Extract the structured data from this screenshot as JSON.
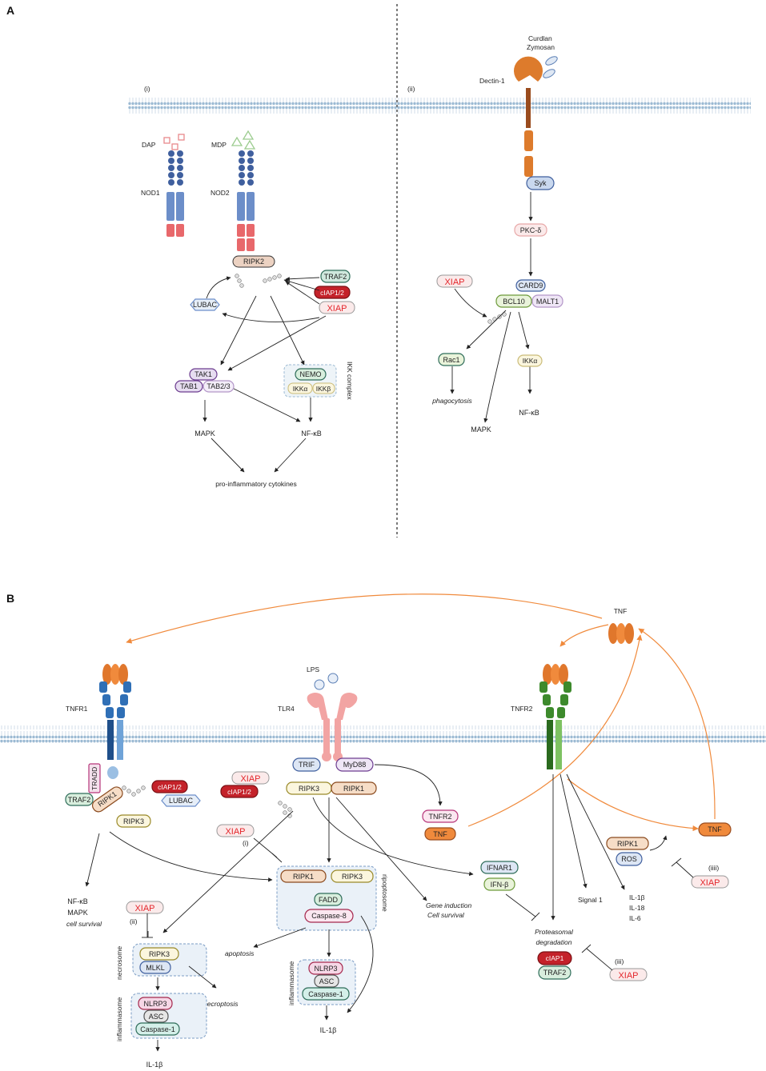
{
  "panels": {
    "a": "A",
    "b": "B"
  },
  "panel_a": {
    "section_i": "(i)",
    "section_ii": "(ii)",
    "dap": "DAP",
    "mdp": "MDP",
    "nod1": "NOD1",
    "nod2": "NOD2",
    "ripk2": "RIPK2",
    "traf2": "TRAF2",
    "ciap": "cIAP1/2",
    "xiap": "XIAP",
    "lubac": "LUBAC",
    "tak1": "TAK1",
    "tab1": "TAB1",
    "tab23": "TAB2/3",
    "nemo": "NEMO",
    "ikka": "IKKα",
    "ikkb": "IKKβ",
    "ikk_complex": "IKK complex",
    "mapk": "MAPK",
    "nfkb": "NF-κB",
    "cytokines": "pro-inflammatory cytokines",
    "curdlan": "Curdlan",
    "zymosan": "Zymosan",
    "dectin": "Dectin-1",
    "syk": "Syk",
    "pkc": "PKC-δ",
    "xiap2": "XIAP",
    "card9": "CARD9",
    "bcl10": "BCL10",
    "malt1": "MALT1",
    "rac1": "Rac1",
    "ikka2": "IKKα",
    "phagocytosis": "phagocytosis",
    "nfkb2": "NF-κB",
    "mapk2": "MAPK"
  },
  "panel_b": {
    "tnf_top": "TNF",
    "tnfr1": "TNFR1",
    "lps": "LPS",
    "tlr4": "TLR4",
    "tnfr2": "TNFR2",
    "tradd": "TRADD",
    "traf2": "TRAF2",
    "ripk1": "RIPK1",
    "ciap": "cIAP1/2",
    "lubac": "LUBAC",
    "ripk3": "RIPK3",
    "xiap_a": "XIAP",
    "ciap_b": "cIAP1/2",
    "trif": "TRIF",
    "myd88": "MyD88",
    "ripk3_b": "RIPK3",
    "ripk1_b": "RIPK1",
    "tnfr2_box": "TNFR2",
    "tnf_box": "TNF",
    "xiap_i": "XIAP",
    "label_i": "(i)",
    "ripk1_c": "RIPK1",
    "ripk3_c": "RIPK3",
    "fadd": "FADD",
    "caspase8": "Caspase-8",
    "ripoptosome": "ripoptosome",
    "nfkb": "NF-κB",
    "mapk": "MAPK",
    "cell_survival": "cell survival",
    "xiap_ii": "XIAP",
    "label_ii": "(ii)",
    "necrosome": "necrosome",
    "ripk3_n": "RIPK3",
    "mlkl": "MLKL",
    "necroptosis": "necroptosis",
    "apoptosis": "apoptosis",
    "inflammasome1": "inflammasome",
    "nlrp3_1": "NLRP3",
    "asc_1": "ASC",
    "casp1_1": "Caspase-1",
    "il1b_1": "IL-1β",
    "inflammasome2": "inflammasome",
    "nlrp3_2": "NLRP3",
    "asc_2": "ASC",
    "casp1_2": "Caspase-1",
    "il1b_2": "IL-1β",
    "gene_induction": "Gene induction",
    "cell_survival2": "Cell survival",
    "ifnar1": "IFNAR1",
    "ifnb": "IFN-β",
    "signal1": "Signal 1",
    "il1b_3": "IL-1β",
    "il18": "IL-18",
    "il6": "IL-6",
    "ripk1_d": "RIPK1",
    "ros": "ROS",
    "tnf_right": "TNF",
    "label_iiii": "(iiii)",
    "xiap_iiii": "XIAP",
    "proteasomal": "Proteasomal",
    "degradation": "degradation",
    "ciap1": "cIAP1",
    "traf2_d": "TRAF2",
    "label_iii": "(iii)",
    "xiap_iii": "XIAP"
  },
  "colors": {
    "orange": "#f08a3c",
    "red": "#e3262b",
    "darkred": "#c4222a",
    "tnfr1_blue": "#2f6fb6",
    "tnfr2_green": "#3d8a2c",
    "nod_blue": "#3f5f9e",
    "nod_pink": "#e8686b",
    "membrane": "#c9dbe9"
  }
}
